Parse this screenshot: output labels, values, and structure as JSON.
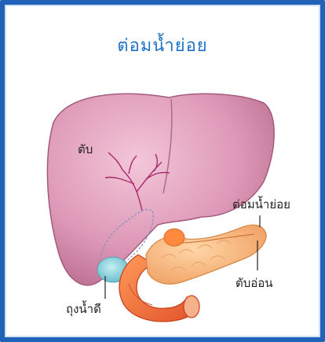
{
  "title": "ต่อมน้ำย่อย",
  "labels": {
    "liver": "ตับ",
    "pancreas": "ต่อมน้ำย่อย",
    "pancreas_tail": "ตับอ่อน",
    "gallbladder": "ถุงน้ำดี"
  },
  "colors": {
    "frame": "#1f63b8",
    "title": "#1e73c9",
    "liver": "#d98fae",
    "pancreas": "#f4b07a",
    "duodenum": "#ef6a3a",
    "gallbladder": "#8fd3dc"
  }
}
